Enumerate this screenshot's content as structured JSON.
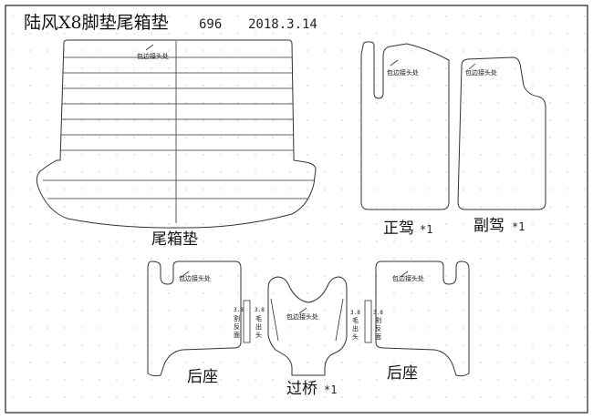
{
  "header": {
    "title": "陆风X8脚垫尾箱垫",
    "code": "696",
    "date": "2018.3.14"
  },
  "notes": {
    "edge_joint": "包边接头处",
    "size": "3.8",
    "reverse_cut": [
      "割",
      "反",
      "面"
    ],
    "hair_out": [
      "毛",
      "出",
      "头"
    ]
  },
  "pieces": {
    "trunk": {
      "label": "尾箱垫",
      "qty": ""
    },
    "driver": {
      "label": "正驾",
      "qty": "*1"
    },
    "passenger": {
      "label": "副驾",
      "qty": "*1"
    },
    "rear_left": {
      "label": "后座",
      "qty": ""
    },
    "bridge": {
      "label": "过桥",
      "qty": "*1"
    },
    "rear_right": {
      "label": "后座",
      "qty": ""
    }
  },
  "colors": {
    "line": "#333333",
    "frame": "#222222",
    "grid_dot": "#c8c8c8",
    "background": "#ffffff"
  }
}
